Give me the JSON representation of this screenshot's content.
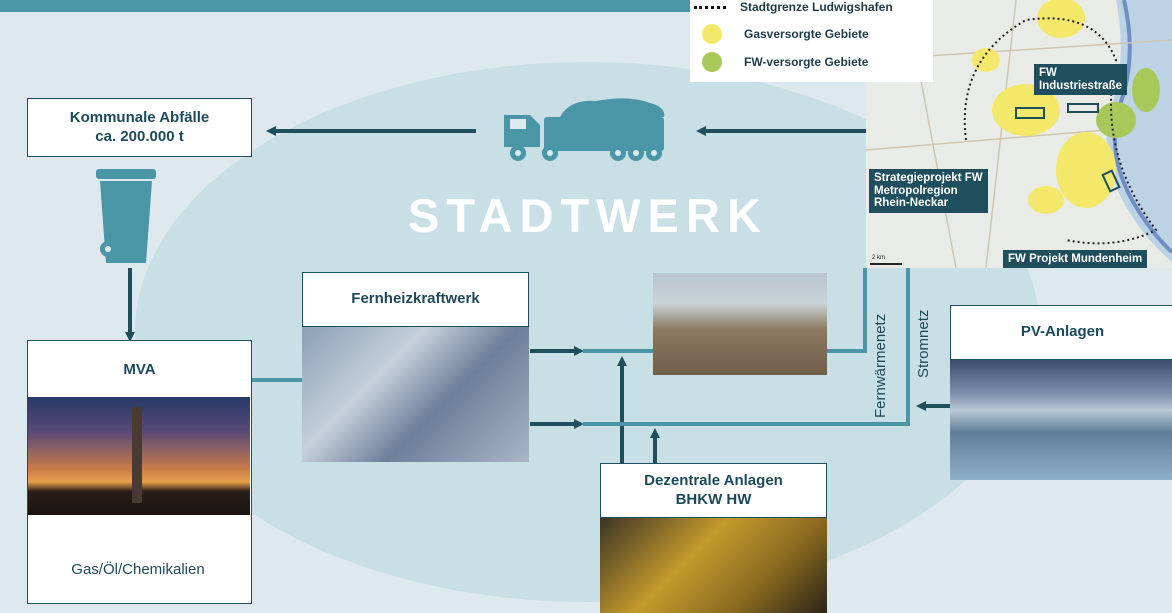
{
  "legend": {
    "items": [
      {
        "label": "Stadtgrenze Ludwigshafen"
      },
      {
        "label": "Gasversorgte Gebiete",
        "color": "#f3e86a"
      },
      {
        "label": "FW-versorgte Gebiete",
        "color": "#a8c95a"
      }
    ]
  },
  "center_title": "STADTWERK",
  "boxes": {
    "kommunale_abfaelle": {
      "line1": "Kommunale Abfälle",
      "line2": "ca. 200.000 t"
    },
    "mva": {
      "title": "MVA"
    },
    "fernheizkraftwerk": {
      "title": "Fernheizkraftwerk"
    },
    "dezentrale": {
      "line1": "Dezentrale Anlagen",
      "line2": "BHKW HW"
    },
    "pv": {
      "title": "PV-Anlagen"
    }
  },
  "inputs_label": "Gas/Öl/Chemikalien",
  "networks": {
    "fernwaerme": "Fernwärmenetz",
    "strom": "Stromnetz"
  },
  "map": {
    "label_industrie": {
      "line1": "FW",
      "line2": "Industriestraße"
    },
    "label_strategie": {
      "line1": "Strategieprojekt FW",
      "line2": "Metropolregion",
      "line3": "Rhein-Neckar"
    },
    "label_mundenheim": "FW Projekt Mundenheim",
    "scale": "2 km"
  },
  "colors": {
    "accent": "#4a96a6",
    "dark": "#1f4e5c",
    "ellipse": "#c9dfe6",
    "background": "#dde9ee"
  }
}
